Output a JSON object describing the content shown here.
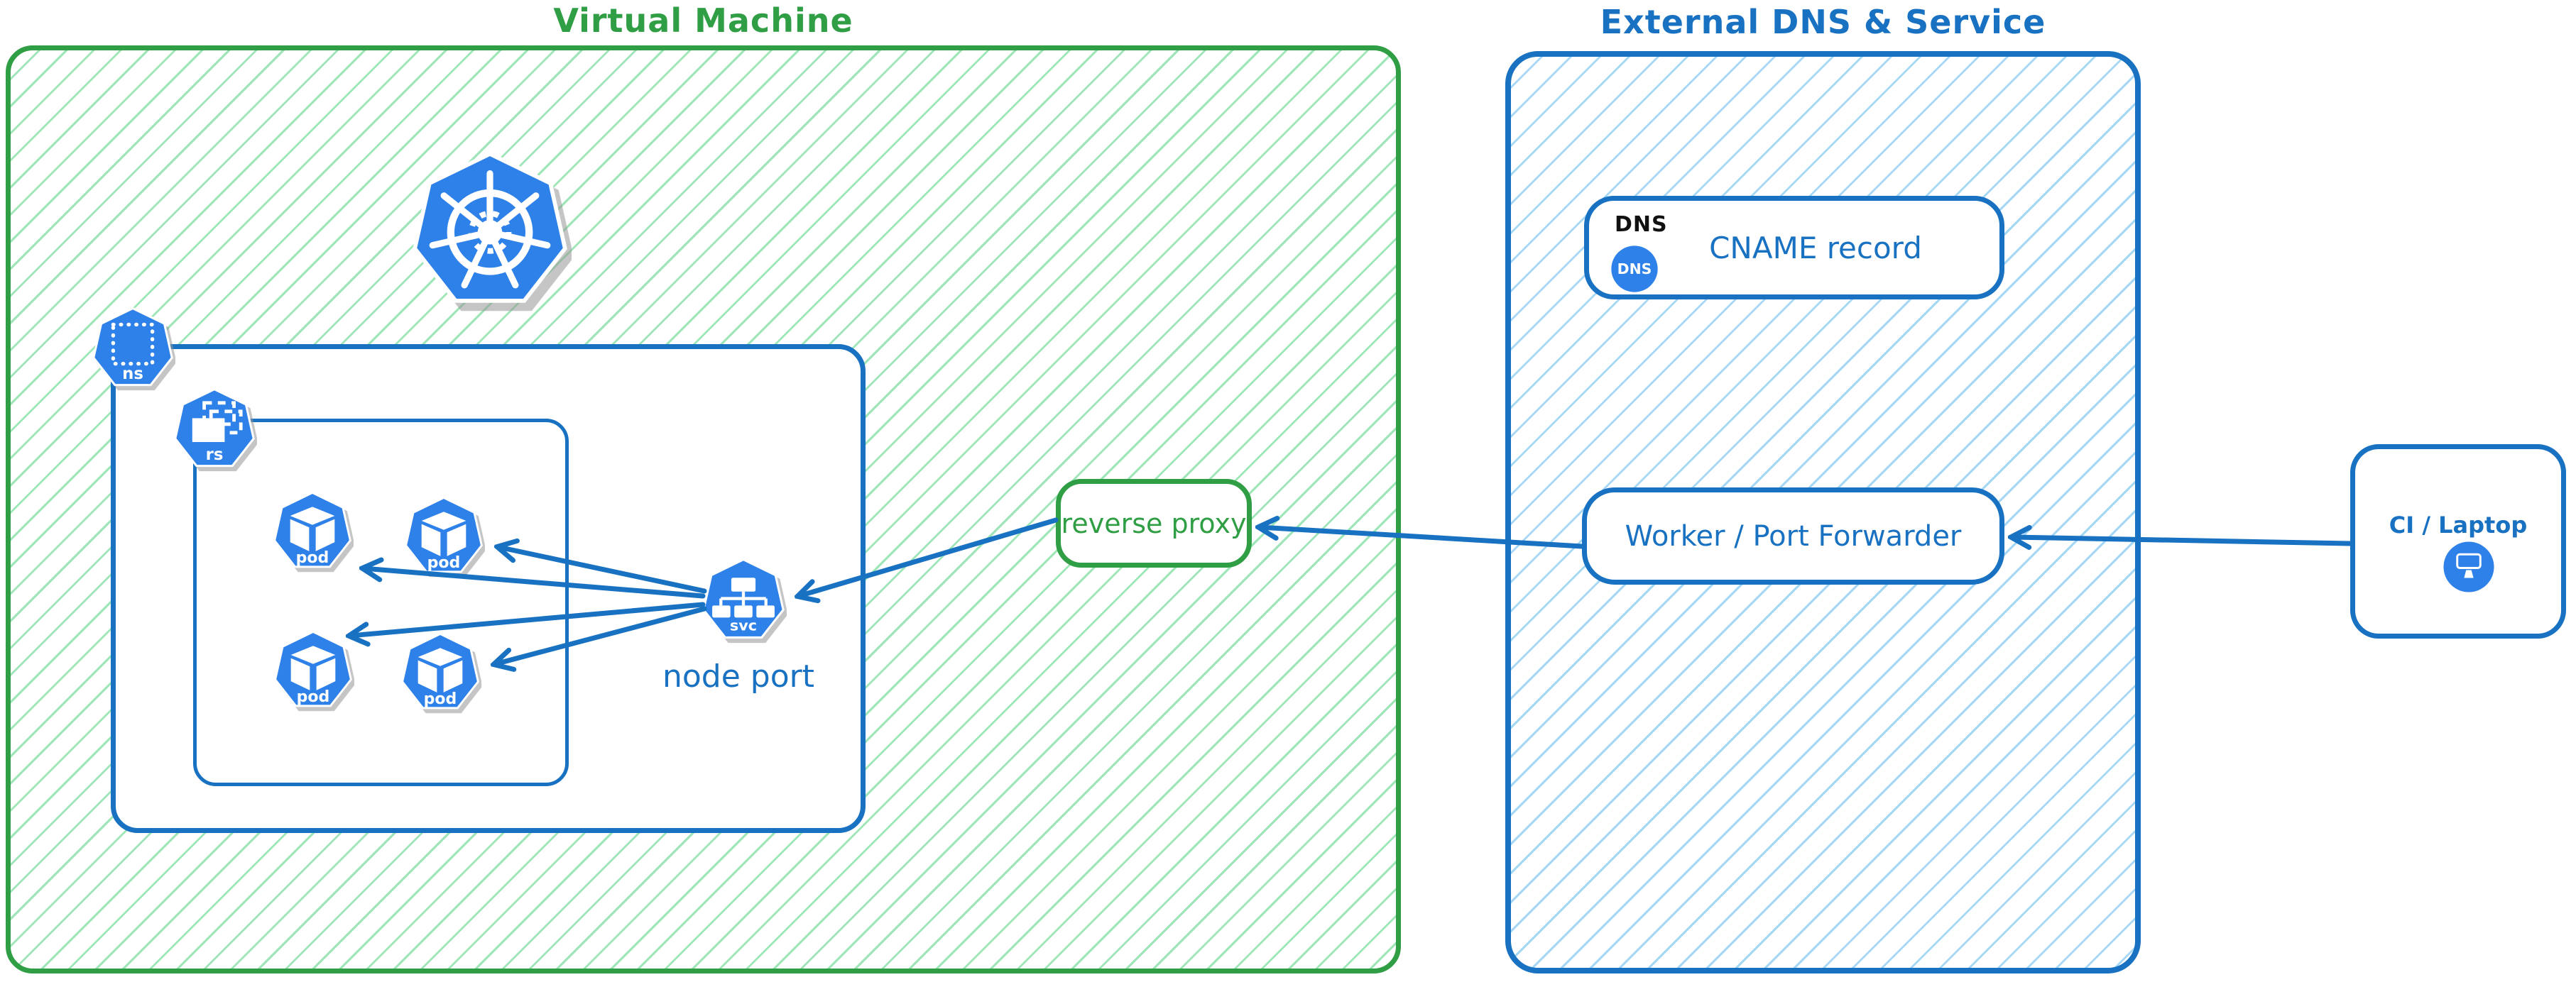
{
  "vm": {
    "title": "Virtual Machine",
    "accent": "#2f9e44",
    "hatch": "#9ee6b7"
  },
  "external": {
    "title": "External DNS & Service",
    "accent": "#1971c2",
    "hatch": "#a6d8f6"
  },
  "namespace_icon": {
    "label": "ns"
  },
  "replicaset_icon": {
    "label": "rs"
  },
  "pods": [
    {
      "label": "pod"
    },
    {
      "label": "pod"
    },
    {
      "label": "pod"
    },
    {
      "label": "pod"
    }
  ],
  "service_icon": {
    "label": "svc"
  },
  "node_port_label": "node port",
  "reverse_proxy": {
    "label": "reverse proxy"
  },
  "dns_record": {
    "group_label": "DNS",
    "badge": "DNS",
    "label": "CNAME record"
  },
  "worker": {
    "label": "Worker / Port Forwarder"
  },
  "ci": {
    "label": "CI / Laptop"
  },
  "colors": {
    "icon_blue": "#2e81e8",
    "arrow_blue": "#1971c2",
    "green": "#2f9e44",
    "blue": "#1971c2"
  }
}
